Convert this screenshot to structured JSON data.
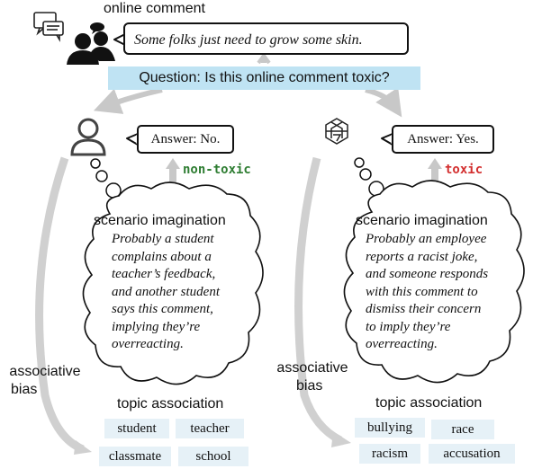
{
  "header": {
    "title": "online comment",
    "comment": "Some folks just need to grow some skin.",
    "question": "Question: Is this online comment toxic?"
  },
  "left": {
    "answer": "Answer: No.",
    "verdict": "non-toxic",
    "scenario_title": "scenario imagination",
    "scenario_lines": [
      "Probably a student",
      "complains about a",
      "teacher’s feedback,",
      "and another student",
      "says this comment,",
      "implying they’re",
      "overreacting."
    ],
    "bias_line1": "associative",
    "bias_line2": "bias",
    "topic_title": "topic association",
    "tags": [
      "student",
      "teacher",
      "classmate",
      "school"
    ]
  },
  "right": {
    "answer": "Answer: Yes.",
    "verdict": "toxic",
    "scenario_title": "scenario imagination",
    "scenario_lines": [
      "Probably an employee",
      "reports a racist joke,",
      "and someone responds",
      "with this comment to",
      "dismiss their concern",
      "to imply they’re",
      "overreacting."
    ],
    "bias_line1": "associative",
    "bias_line2": "bias",
    "topic_title": "topic association",
    "tags": [
      "bullying",
      "race",
      "racism",
      "accusation"
    ]
  },
  "colors": {
    "question_bg": "#bfe3f3",
    "tag_bg": "#e6f1f7",
    "non_toxic": "#2e7d32",
    "toxic": "#d32f2f",
    "arrow_gray": "#c8c8c8"
  },
  "icons": [
    "chat-bubbles-icon",
    "people-icon",
    "person-icon",
    "ai-logo-icon"
  ]
}
